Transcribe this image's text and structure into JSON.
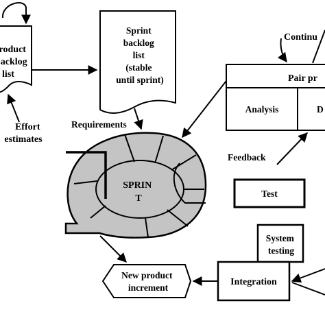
{
  "product_backlog": {
    "lines": [
      "roduct",
      "acklog",
      "list"
    ]
  },
  "effort": {
    "lines": [
      "Effort",
      "estimates"
    ]
  },
  "sprint_backlog": {
    "lines": [
      "Sprint",
      "backlog",
      "list",
      "(stable",
      "until sprint)"
    ]
  },
  "requirements_label": "Requirements",
  "sprint": {
    "lines": [
      "SPRIN",
      "T"
    ]
  },
  "continuous_label": "Continu",
  "pair_programming": {
    "title": "Pair pr",
    "cells": [
      "Analysis",
      "D"
    ]
  },
  "feedback_label": "Feedback",
  "test_label": "Test",
  "system_testing": {
    "lines": [
      "System",
      "testing"
    ]
  },
  "new_increment": {
    "lines": [
      "New product",
      "increment"
    ]
  },
  "integration_label": "Integration",
  "colors": {
    "sprint_fill": "#c4c4c4",
    "stroke": "#000000",
    "background": "#ffffff"
  }
}
